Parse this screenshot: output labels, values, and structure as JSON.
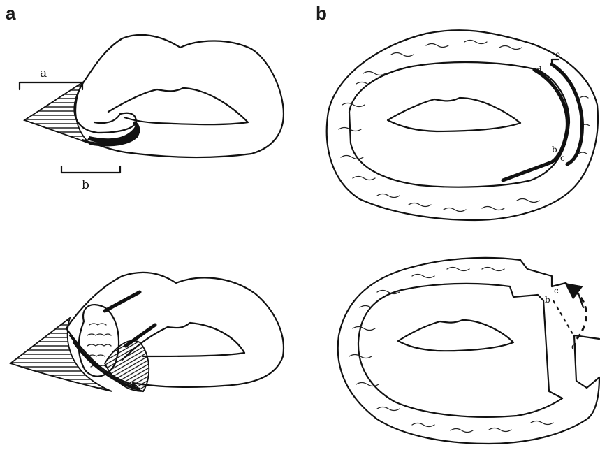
{
  "panels": {
    "a": {
      "letter": "a",
      "labels": {
        "top_bracket": "a",
        "bottom_bracket": "b"
      }
    },
    "b": {
      "letter": "b",
      "labels": {
        "d": "d",
        "e": "e",
        "b": "b",
        "c": "c",
        "c2": "c",
        "b2": "b",
        "d2": "d"
      }
    }
  },
  "colors": {
    "ink": "#111111",
    "background": "#ffffff"
  }
}
